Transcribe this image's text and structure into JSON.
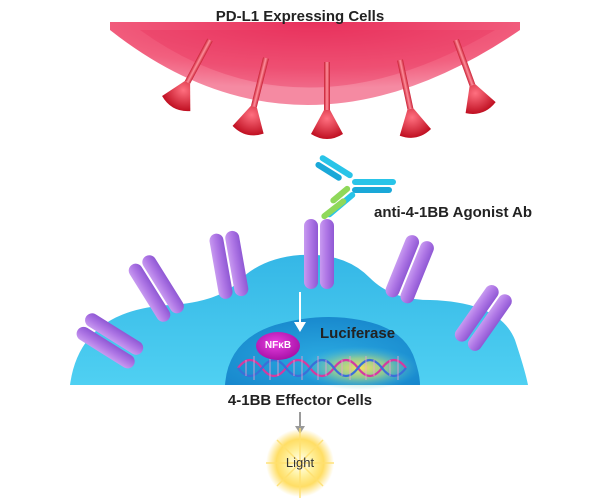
{
  "labels": {
    "target_cells": "PD-L1 Expressing Cells",
    "antibody": "anti-4-1BB Agonist Ab",
    "reporter": "Luciferase",
    "transcription_factor": "NFκB",
    "effector_cells": "4-1BB Effector Cells",
    "output": "Light"
  },
  "colors": {
    "target_cell": "#f2607f",
    "target_cell_inner": "#e83a66",
    "pdl1_receptor": "#d81c2e",
    "effector_cell": "#3fc0ea",
    "nucleus": "#1a98d8",
    "receptor_4_1bb": "#b37be6",
    "antibody_heavy": "#29c4e8",
    "antibody_light": "#8fd85a",
    "nfkb": "#c81fc0",
    "dna_a": "#d43aa0",
    "dna_b": "#3a6fd8",
    "light_glow": "#ffd84a",
    "arrow": "#999999"
  },
  "icons": {
    "target_receptors": "pd-l1-receptor-icon",
    "effector_receptors": "4-1bb-receptor-icon",
    "antibody": "antibody-icon",
    "dna": "dna-helix-icon",
    "light": "light-burst-icon"
  }
}
